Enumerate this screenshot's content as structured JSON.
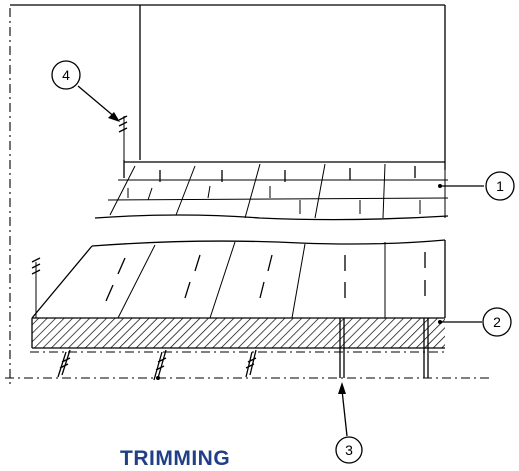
{
  "caption": "TRIMMING",
  "callouts": [
    {
      "id": "1",
      "label": "1"
    },
    {
      "id": "2",
      "label": "2"
    },
    {
      "id": "3",
      "label": "3"
    },
    {
      "id": "4",
      "label": "4"
    }
  ],
  "colors": {
    "caption": "#1f3f86",
    "lines": "#000000"
  }
}
